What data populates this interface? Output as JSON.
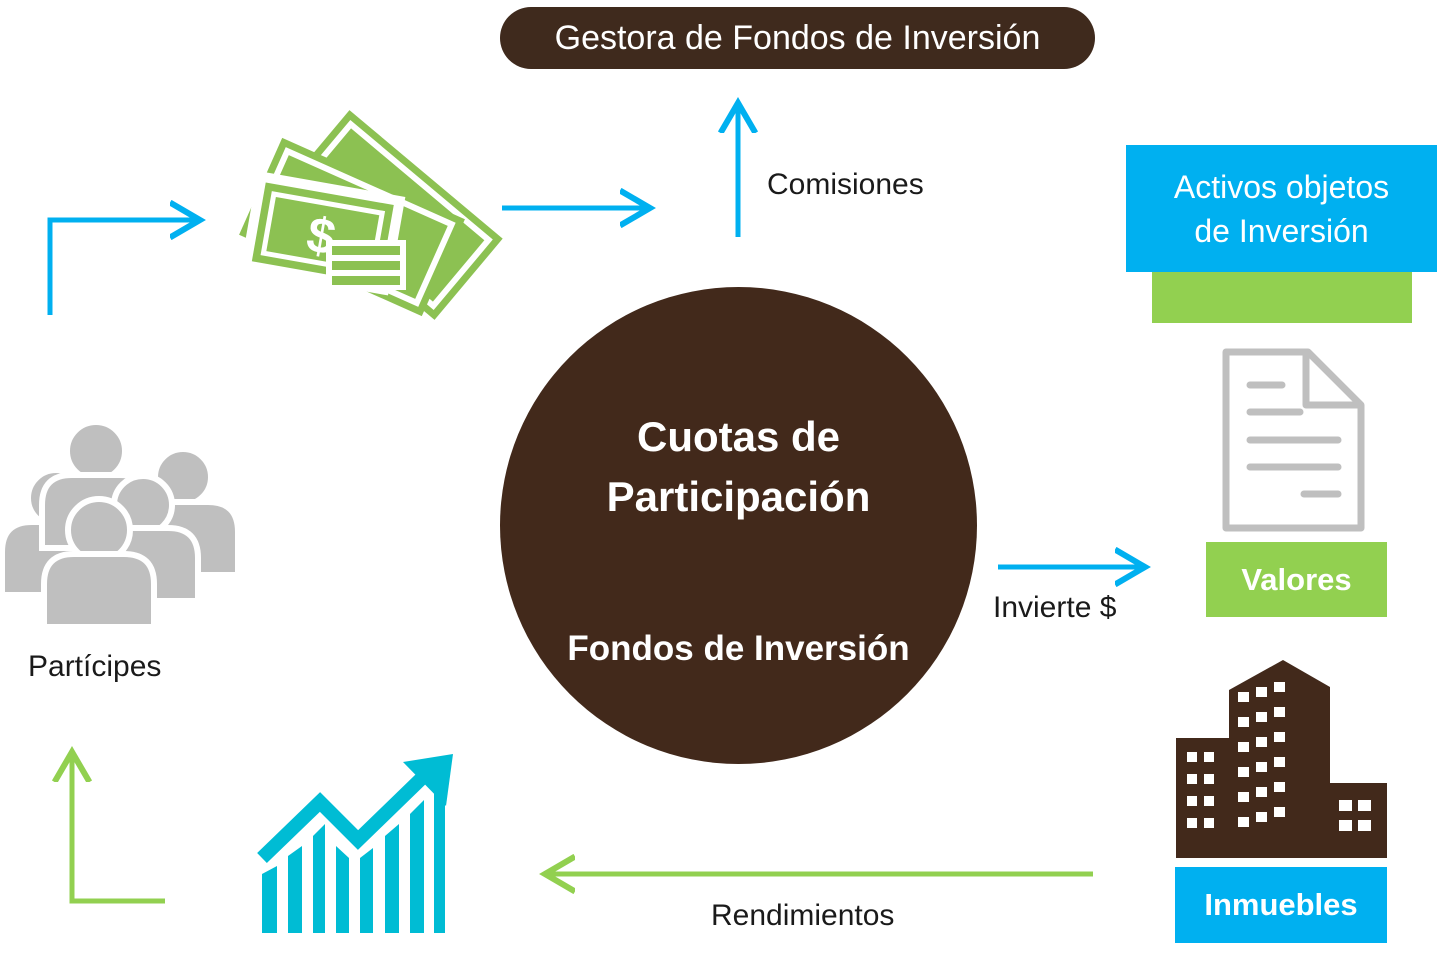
{
  "title": "Gestora de Fondos de Inversión",
  "center": {
    "title": "Cuotas de Participación",
    "subtitle": "Fondos de Inversión"
  },
  "labels": {
    "comisiones": "Comisiones",
    "participes": "Partícipes",
    "invierte": "Invierte $",
    "rendimientos": "Rendimientos"
  },
  "activos": {
    "title": "Activos objetos de Inversión",
    "valores": "Valores",
    "inmuebles": "Inmuebles"
  },
  "icons": [
    "money-icon",
    "people-icon",
    "document-icon",
    "building-icon",
    "growth-chart-icon"
  ],
  "colors": {
    "brown": "#42291b",
    "blue": "#00b0f0",
    "green": "#92d050",
    "gray": "#bfbfbf"
  }
}
